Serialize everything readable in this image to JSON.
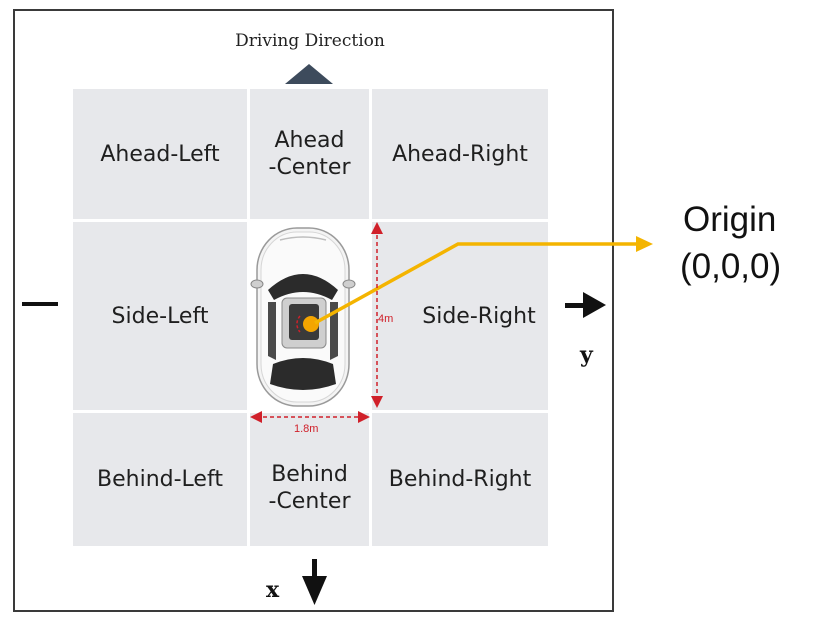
{
  "header": {
    "driving_direction": "Driving Direction"
  },
  "grid": {
    "ahead_left": "Ahead-Left",
    "ahead_center": "Ahead\n-Center",
    "ahead_right": "Ahead-Right",
    "side_left": "Side-Left",
    "side_right": "Side-Right",
    "behind_left": "Behind-Left",
    "behind_center": "Behind\n-Center",
    "behind_right": "Behind-Right"
  },
  "dimensions": {
    "length": "4m",
    "width": "1.8m"
  },
  "axes": {
    "minus": "−",
    "y": "y",
    "x": "x"
  },
  "origin": {
    "title": "Origin",
    "coords": "(0,0,0)"
  },
  "colors": {
    "cell_bg": "#e7e8eb",
    "arrow": "#f4b400",
    "dimension": "#d0202a",
    "direction": "#3d4b5c"
  }
}
